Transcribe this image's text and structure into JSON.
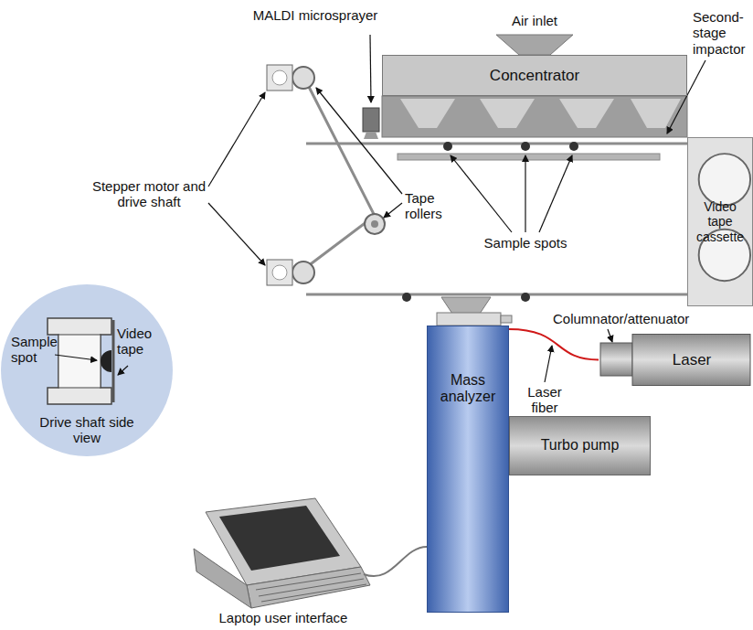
{
  "diagram": {
    "nodes": [
      {
        "text": [
          "Concentrator"
        ]
      },
      {
        "text": [
          "Video tape cassette"
        ]
      },
      {
        "text": [
          "Sample spot",
          "Video tape",
          "Drive shaft side view"
        ]
      },
      {
        "text": [
          "Mass analyzer"
        ]
      },
      {
        "text": [
          "Laser"
        ]
      },
      {
        "text": [
          "Turbo pump"
        ]
      }
    ],
    "edges": [
      {
        "from": 3,
        "to": 4,
        "arrow": "none"
      }
    ],
    "labels": [
      "Air inlet",
      "Second-stage impactor",
      "MALDI microsprayer",
      "Stepper motor and drive shaft",
      "Tape rollers",
      "Sample spots",
      "Columnator/attenuator",
      "Laser fiber",
      "Laptop user interface"
    ]
  }
}
